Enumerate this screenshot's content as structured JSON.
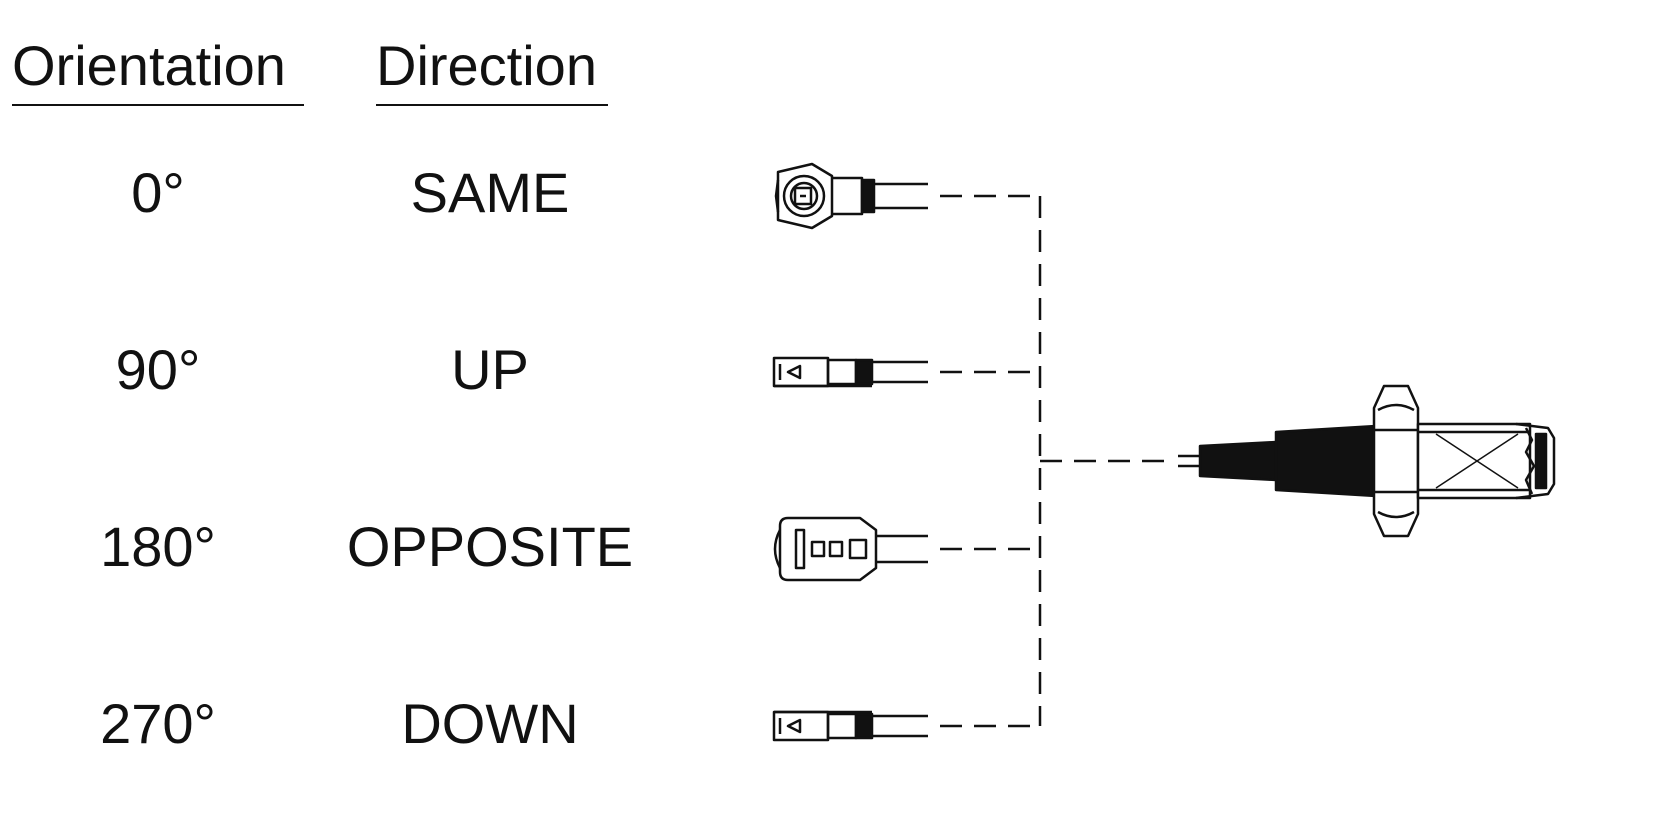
{
  "headers": {
    "orientation": "Orientation",
    "direction": "Direction"
  },
  "rows": [
    {
      "orientation": "0°",
      "direction": "SAME"
    },
    {
      "orientation": "90°",
      "direction": "UP"
    },
    {
      "orientation": "180°",
      "direction": "OPPOSITE"
    },
    {
      "orientation": "270°",
      "direction": "DOWN"
    }
  ],
  "colors": {
    "ink": "#111111",
    "background": "#ffffff"
  }
}
